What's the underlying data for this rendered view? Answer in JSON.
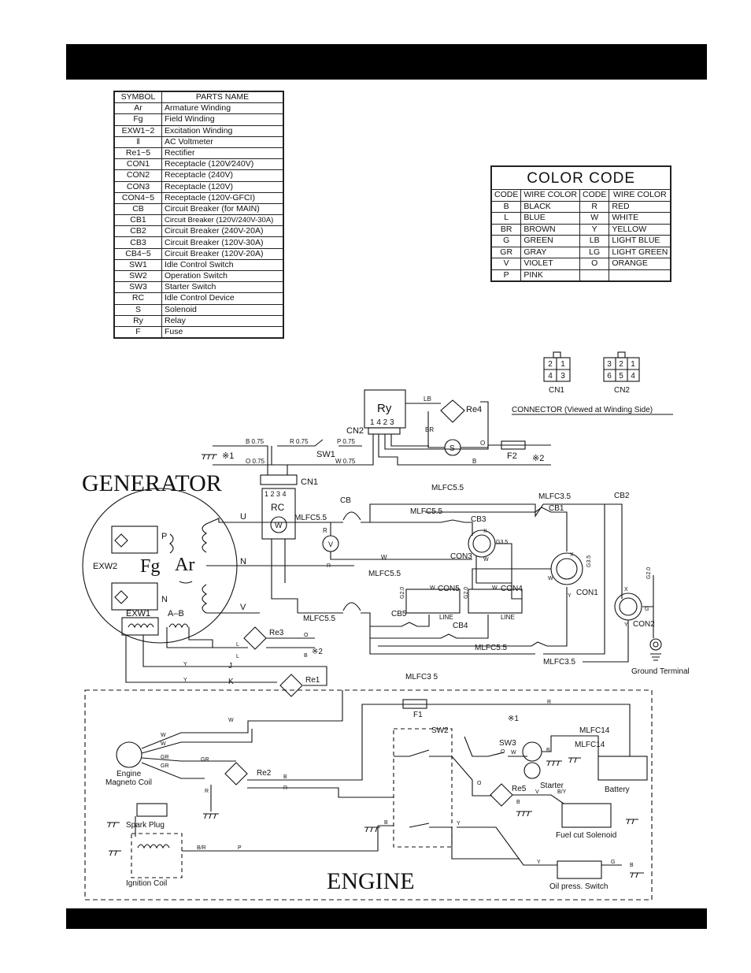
{
  "parts_table": {
    "header": {
      "symbol": "SYMBOL",
      "name": "PARTS  NAME"
    },
    "rows": [
      {
        "symbol": "Ar",
        "name": "Armature Winding"
      },
      {
        "symbol": "Fg",
        "name": "Field Winding"
      },
      {
        "symbol": "EXW1~2",
        "name": "Excitation Winding"
      },
      {
        "symbol": "‖",
        "name": "AC Voltmeter"
      },
      {
        "symbol": "Re1~5",
        "name": "Rectifier"
      },
      {
        "symbol": "CON1",
        "name": "Receptacle (120V∕240V)"
      },
      {
        "symbol": "CON2",
        "name": "Receptacle (240V)"
      },
      {
        "symbol": "CON3",
        "name": "Receptacle (120V)"
      },
      {
        "symbol": "CON4~5",
        "name": "Receptacle (120V-GFCI)"
      },
      {
        "symbol": "CB",
        "name": "Circuit Breaker (for MAIN)"
      },
      {
        "symbol": "CB1",
        "name": "Circuit Breaker (120V/240V-30A)"
      },
      {
        "symbol": "CB2",
        "name": "Circuit Breaker (240V-20A)"
      },
      {
        "symbol": "CB3",
        "name": "Circuit Breaker (120V-30A)"
      },
      {
        "symbol": "CB4~5",
        "name": "Circuit Breaker (120V-20A)"
      },
      {
        "symbol": "SW1",
        "name": "Idle Control Switch"
      },
      {
        "symbol": "SW2",
        "name": "Operation Switch"
      },
      {
        "symbol": "SW3",
        "name": "Starter Switch"
      },
      {
        "symbol": "RC",
        "name": "Idle Control Device"
      },
      {
        "symbol": "S",
        "name": "Solenoid"
      },
      {
        "symbol": "Ry",
        "name": "Relay"
      },
      {
        "symbol": "F",
        "name": "Fuse"
      }
    ]
  },
  "color_code": {
    "title": "COLOR   CODE",
    "headers": [
      "CODE",
      "WIRE COLOR",
      "CODE",
      "WIRE COLOR"
    ],
    "rows": [
      [
        "B",
        "BLACK",
        "R",
        "RED"
      ],
      [
        "L",
        "BLUE",
        "W",
        "WHITE"
      ],
      [
        "BR",
        "BROWN",
        "Y",
        "YELLOW"
      ],
      [
        "G",
        "GREEN",
        "LB",
        "LIGHT BLUE"
      ],
      [
        "GR",
        "GRAY",
        "LG",
        "LIGHT GREEN"
      ],
      [
        "V",
        "VIOLET",
        "O",
        "ORANGE"
      ],
      [
        "P",
        "PINK",
        "",
        ""
      ]
    ]
  },
  "connectors": {
    "cn1_pins": [
      "2",
      "1",
      "4",
      "3"
    ],
    "cn2_pins": [
      "3",
      "2",
      "1",
      "6",
      "5",
      "4"
    ],
    "cn1_label": "CN1",
    "cn2_label": "CN2",
    "caption": "CONNECTOR (Viewed  at  Winding Side)"
  },
  "diagram": {
    "generator": "GENERATOR",
    "engine": "ENGINE",
    "fg": "Fg",
    "ar": "Ar",
    "p": "P",
    "n": "N",
    "exw2": "EXW2",
    "exw1": "EXW1",
    "ab": "A–B",
    "u": "U",
    "n2": "N",
    "v": "V",
    "ry": "Ry",
    "ry_pins": "1 4 2 3",
    "cn2": "CN2",
    "cn1": "CN1",
    "cn1_pins": "1 2 3 4",
    "rc": "RC",
    "rc_w": "W",
    "sw1": "SW1",
    "re4": "Re4",
    "s": "S",
    "f2": "F2",
    "note2a": "※2",
    "note1a": "※1",
    "b075": "B 0.75",
    "r075": "R 0.75",
    "p075": "P 0.75",
    "o075": "O 0.75",
    "w075": "W 0.75",
    "lb": "LB",
    "br": "BR",
    "o1": "O",
    "b1": "B",
    "cb": "CB",
    "cb1": "CB1",
    "cb2": "CB2",
    "cb3": "CB3",
    "cb4": "CB4",
    "cb5": "CB5",
    "mlfc55a": "MLFC5.5",
    "mlfc55b": "MLFC5.5",
    "mlfc55c": "MLFC5.5",
    "mlfc55d": "MLFC5.5",
    "mlfc55e": "MLFC5.5",
    "mlfc35a": "MLFC3.5",
    "mlfc35b": "MLFC3.5",
    "mlfc35c": "MLFC3 5",
    "volt_v": "V",
    "volt_r": "R",
    "w1": "W",
    "con1": "CON1",
    "con2": "CON2",
    "con3": "CON3",
    "con4": "CON4",
    "con5": "CON5",
    "line1": "LINE",
    "line2": "LINE",
    "g35a": "G3.5",
    "g35b": "G3.5",
    "g20a": "G2.0",
    "g20b": "G2.0",
    "g20c": "G2.0",
    "x1": "X",
    "x2": "X",
    "x3": "X",
    "y1": "Y",
    "y2": "Y",
    "w2": "W",
    "w3": "W",
    "w4": "W",
    "w5": "W",
    "g1": "G",
    "ground_terminal": "Ground Terminal",
    "re3": "Re3",
    "re1": "Re1",
    "re2": "Re2",
    "re5": "Re5",
    "l1": "L",
    "l2": "L",
    "o2": "O",
    "b2": "B",
    "note2b": "※2",
    "y3": "Y",
    "j": "J",
    "y4": "Y",
    "k": "K",
    "f1": "F1",
    "r1": "R",
    "note1b": "※1",
    "o3": "O",
    "sw2": "SW2",
    "sw3": "SW3",
    "mlfc14a": "MLFC14",
    "mlfc14b": "MLFC14",
    "battery": "Battery",
    "starter": "Starter",
    "w6": "W",
    "w7": "W",
    "w8": "W",
    "w9": "W",
    "gr1": "GR",
    "gr2": "GR",
    "gr3": "GR",
    "r2": "R",
    "r3": "R",
    "b3": "B",
    "b4": "B",
    "b5": "B",
    "b6": "B",
    "b7": "B",
    "engine_magneto": "Engine",
    "magneto_coil": "Magneto Coil",
    "spark_plug": "Spark Plug",
    "ignition_coil": "Ignition Coil",
    "br2": "B/R",
    "p2": "P",
    "v2": "V",
    "by": "B/Y",
    "fuel_cut": "Fuel cut Solenoid",
    "oil_switch": "Oil press. Switch",
    "y5": "Y",
    "g2": "G",
    "y6": "Y",
    "o4": "O",
    "r4": "R"
  }
}
